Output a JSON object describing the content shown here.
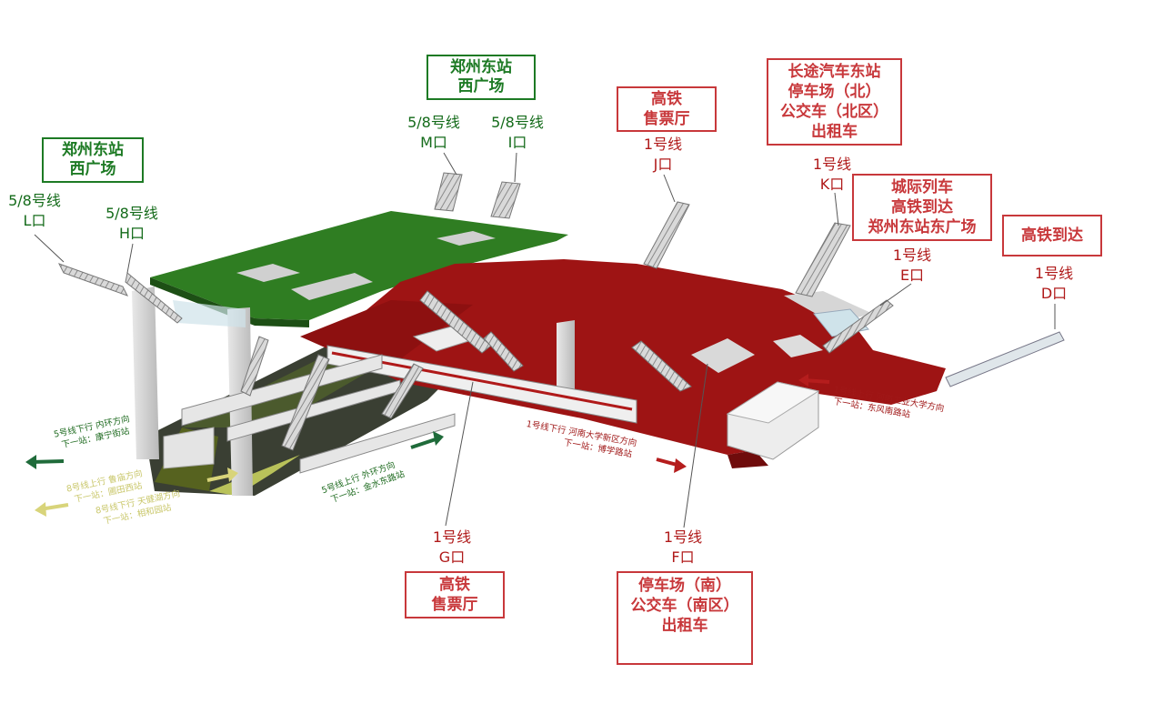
{
  "colors": {
    "platform_green": "#2f7d22",
    "concourse_red": "#9e1414",
    "label_green": "#146b1a",
    "label_red": "#b01a1a",
    "line5_arrow": "#1f6b3a",
    "line8_arrow": "#d8d47a",
    "line1_arrow": "#b51d1d"
  },
  "boxes": {
    "west_square_1": [
      "郑州东站",
      "西广场"
    ],
    "west_square_2": [
      "郑州东站",
      "西广场"
    ],
    "hsr_ticket_top": [
      "高铁",
      "售票厅"
    ],
    "coach_station": [
      "长途汽车东站",
      "停车场（北）",
      "公交车（北区）",
      "出租车"
    ],
    "intercity": [
      "城际列车",
      "高铁到达",
      "郑州东站东广场"
    ],
    "hsr_arrival": [
      "高铁到达"
    ],
    "hsr_ticket_bottom": [
      "高铁",
      "售票厅"
    ],
    "parking_south": [
      "停车场（南）",
      "公交车（南区）",
      "出租车"
    ]
  },
  "exits": {
    "L": [
      "5/8号线",
      "L口"
    ],
    "H": [
      "5/8号线",
      "H口"
    ],
    "M": [
      "5/8号线",
      "M口"
    ],
    "I": [
      "5/8号线",
      "I口"
    ],
    "J": [
      "1号线",
      "J口"
    ],
    "K": [
      "1号线",
      "K口"
    ],
    "E": [
      "1号线",
      "E口"
    ],
    "D": [
      "1号线",
      "D口"
    ],
    "G": [
      "1号线",
      "G口"
    ],
    "F": [
      "1号线",
      "F口"
    ]
  },
  "directions": {
    "line5_down": [
      "5号线下行 内环方向",
      "下一站：康宁街站"
    ],
    "line8_up": [
      "8号线上行 鲁庙方向",
      "下一站：圃田西站"
    ],
    "line8_down": [
      "8号线下行 天健湖方向",
      "下一站：相和园站"
    ],
    "line5_up": [
      "5号线上行 外环方向",
      "下一站：金水东路站"
    ],
    "line1_down": [
      "1号线下行 河南大学新区方向",
      "下一站：博学路站"
    ],
    "line1_up": [
      "1号线上行 河南工业大学方向",
      "下一站：东风南路站"
    ]
  }
}
